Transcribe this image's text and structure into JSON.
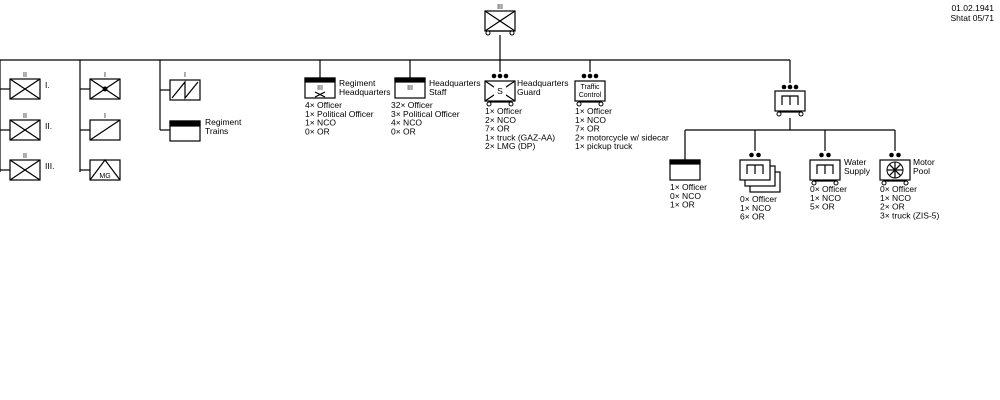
{
  "header": {
    "date": "01.02.1941",
    "shtat": "Shtat 05/71"
  },
  "regiment": {
    "size": "III"
  },
  "battalions": [
    {
      "size": "II",
      "label": "I."
    },
    {
      "size": "II",
      "label": "II."
    },
    {
      "size": "II",
      "label": "III."
    }
  ],
  "support": [
    {
      "size": "I"
    },
    {
      "size": "I"
    },
    {
      "label": "MG"
    }
  ],
  "trains": {
    "size": "I",
    "label": [
      "Regiment",
      "Trains"
    ]
  },
  "hq": {
    "size": "III",
    "label": [
      "Regiment",
      "Headquarters"
    ],
    "roster": [
      "4× Officer",
      "1× Political Officer",
      "1× NCO",
      "0× OR"
    ]
  },
  "staff": {
    "size": "III",
    "label": [
      "Headquarters",
      "Staff"
    ],
    "roster": [
      "32× Officer",
      "3× Political Officer",
      "4× NCO",
      "0× OR"
    ]
  },
  "guard": {
    "letter": "S",
    "label": [
      "Headquarters",
      "Guard"
    ],
    "roster": [
      "1× Officer",
      "2× NCO",
      "7× OR",
      "1× truck (GAZ-AA)",
      "2× LMG (DP)"
    ]
  },
  "traffic": {
    "label": [
      "Traffic",
      "Control"
    ],
    "roster": [
      "1× Officer",
      "1× NCO",
      "7× OR",
      "2× motorcycle w/ sidecar",
      "1× pickup truck"
    ]
  },
  "service": {
    "units": [
      {
        "label": [],
        "roster": [
          "1× Officer",
          "0× NCO",
          "1× OR"
        ]
      },
      {
        "label": [],
        "roster": [
          "0× Officer",
          "1× NCO",
          "6× OR"
        ]
      },
      {
        "label": [
          "Water",
          "Supply"
        ],
        "roster": [
          "0× Officer",
          "1× NCO",
          "5× OR"
        ]
      },
      {
        "label": [
          "Motor",
          "Pool"
        ],
        "roster": [
          "0× Officer",
          "1× NCO",
          "2× OR",
          "3× truck (ZIS-5)"
        ]
      }
    ]
  }
}
